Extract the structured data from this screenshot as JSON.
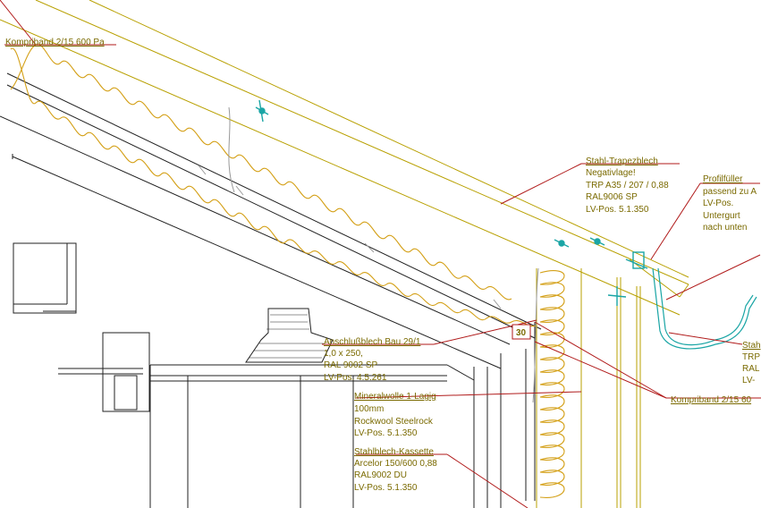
{
  "colors": {
    "insulation": "#d4a017",
    "leader": "#b01a1a",
    "structure": "#222222",
    "sheet": "#b8a000",
    "fastener": "#1aa5a5",
    "text": "#7a6a00"
  },
  "labels": {
    "kompriband_top": "Kompriband 2/15 600 Pa",
    "steel_title": "Stahl-Trapezblech",
    "steel_line2": "Negativlage!",
    "steel_line3": "TRP A35 / 207 / 0,88",
    "steel_line4": "RAL9006 SP",
    "steel_line5": "LV-Pos. 5.1.350",
    "filler_title": "Profilfüller",
    "filler_line2": "passend zu A",
    "filler_line3": "LV-Pos.",
    "filler_line4": "Untergurt",
    "filler_line5": "nach unten",
    "gutter_line1": "Stah",
    "gutter_line2": "TRP",
    "gutter_line3": "RAL",
    "gutter_line4": "LV-",
    "anschluss_title": "Anschlußblech Bau 29/1",
    "anschluss_line2": "1,0 x 250,",
    "anschluss_line3": "RAL 9002 SP",
    "anschluss_line4": "LV-Pos. 4.5.261",
    "angle": "30",
    "kompriband_right": "Kompriband 2/15 60",
    "mineral_title": "Mineralwolle 1-Lagig",
    "mineral_line2": "100mm",
    "mineral_line3": "Rockwool Steelrock",
    "mineral_line4": "LV-Pos. 5.1.350",
    "kassette_title": "Stahlblech-Kassette",
    "kassette_line2": "Arcelor 150/600 0,88",
    "kassette_line3": "RAL9002 DU",
    "kassette_line4": "LV-Pos. 5.1.350"
  }
}
